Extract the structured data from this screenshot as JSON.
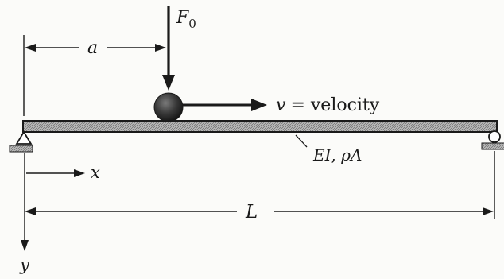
{
  "labels": {
    "force": "F",
    "force_sub": "0",
    "dist_a": "a",
    "velocity_var": "v",
    "velocity_eq": "= velocity",
    "stiffness": "EI",
    "stiffness_sep": ", ",
    "mass_rho": "ρ",
    "mass_A": "A",
    "x_axis": "x",
    "y_axis": "y",
    "length": "L"
  },
  "colors": {
    "ink": "#1a1a1a",
    "beam_fill": "#a9a9a9",
    "ball": "#3a3a3a",
    "ground": "#7a7a7a"
  }
}
